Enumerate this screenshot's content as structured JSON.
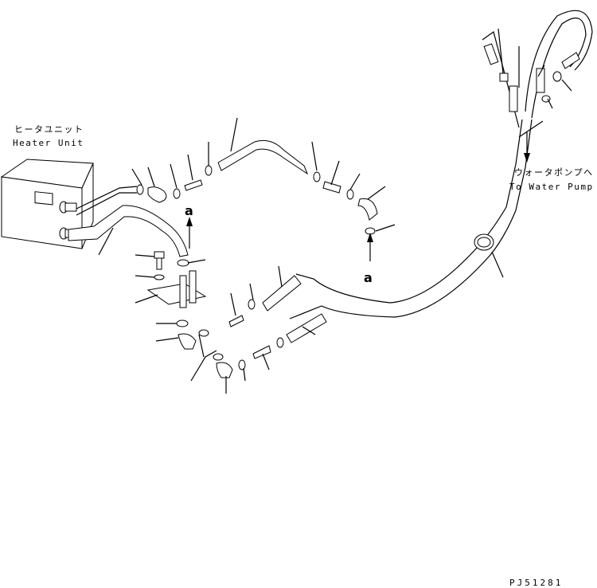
{
  "labels": {
    "heater_unit_jp": "ヒータユニット",
    "heater_unit_en": "Heater Unit",
    "water_pump_jp": "ウォータポンプへ",
    "water_pump_en": "To Water Pump",
    "marker_a_left": "a",
    "marker_a_right": "a",
    "drawing_code": "PJ51281"
  }
}
